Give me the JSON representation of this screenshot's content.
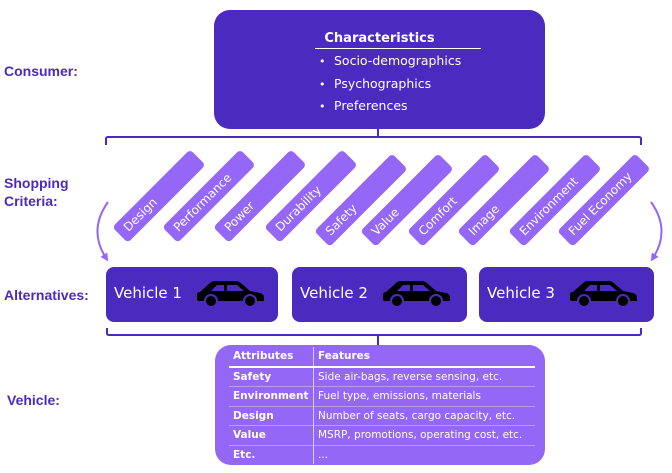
{
  "colors": {
    "dark_purple": "#4b2bbf",
    "light_purple": "#9567f7",
    "text_on_dark": "#ffffff"
  },
  "row_labels": {
    "consumer": "Consumer:",
    "shopping_criteria_line1": "Shopping",
    "shopping_criteria_line2": "Criteria:",
    "alternatives": "Alternatives:",
    "vehicle": "Vehicle:"
  },
  "consumer": {
    "title": "Characteristics",
    "items": [
      "Socio-demographics",
      "Psychographics",
      "Preferences"
    ]
  },
  "criteria": [
    "Design",
    "Performance",
    "Power",
    "Durability",
    "Safety",
    "Value",
    "Comfort",
    "Image",
    "Environment",
    "Fuel Economy"
  ],
  "alternatives": [
    {
      "label": "Vehicle 1",
      "icon": "car-icon"
    },
    {
      "label": "Vehicle 2",
      "icon": "car-icon"
    },
    {
      "label": "Vehicle 3",
      "icon": "car-icon"
    }
  ],
  "vehicle_table": {
    "headers": [
      "Attributes",
      "Features"
    ],
    "rows": [
      [
        "Safety",
        "Side air-bags, reverse sensing, etc."
      ],
      [
        "Environment",
        "Fuel type, emissions, materials"
      ],
      [
        "Design",
        "Number of seats, cargo capacity, etc."
      ],
      [
        "Value",
        "MSRP, promotions,  operating cost, etc."
      ],
      [
        "Etc.",
        "..."
      ]
    ]
  }
}
